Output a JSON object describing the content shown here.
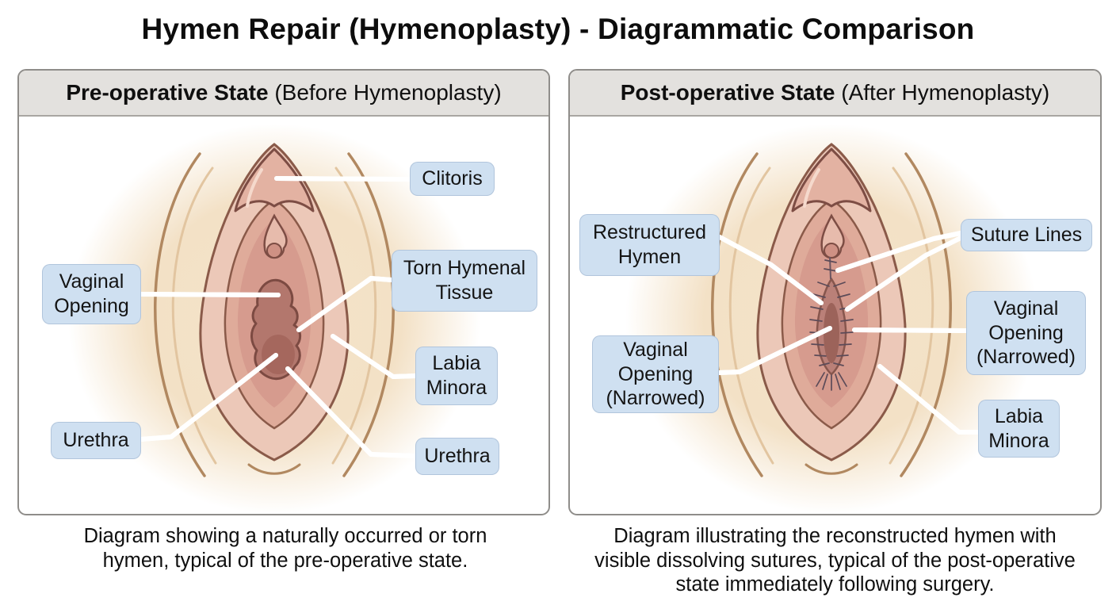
{
  "title": "Hymen Repair (Hymenoplasty) - Diagrammatic Comparison",
  "panels": {
    "pre": {
      "header_bold": "Pre-operative State",
      "header_rest": " (Before Hymenoplasty)"
    },
    "post": {
      "header_bold": "Post-operative State",
      "header_rest": " (After Hymenoplasty)"
    }
  },
  "labels": {
    "pre": {
      "clitoris": "Clitoris",
      "vaginal_opening": "Vaginal\nOpening",
      "torn_hymenal_tissue": "Torn Hymenal\nTissue",
      "labia_minora": "Labia\nMinora",
      "urethra_left": "Urethra",
      "urethra_right": "Urethra"
    },
    "post": {
      "restructured_hymen": "Restructured\nHymen",
      "suture_lines": "Suture Lines",
      "vaginal_opening_narrowed_left": "Vaginal\nOpening\n(Narrowed)",
      "vaginal_opening_narrowed_right": "Vaginal\nOpening\n(Narrowed)",
      "labia_minora": "Labia\nMinora"
    }
  },
  "captions": {
    "pre": [
      "Diagram showing a naturally occurred or torn",
      "hymen, typical of the pre-operative state."
    ],
    "post": [
      "Diagram illustrating the reconstructed hymen with",
      "visible dissolving sutures, typical of the post-operative",
      "state immediately following surgery."
    ]
  },
  "colors": {
    "label_background": "#cfe0f1",
    "panel_header_background": "#e3e1de",
    "panel_border": "#8f8d8a",
    "leader_line": "#1c1c1c",
    "skin_outer": "#f4e3c9",
    "labia_pink": "#ecc8b8",
    "vestibule_pink": "#d69b8e",
    "opening_dark": "#b3776d",
    "suture_thread": "#5c4b58",
    "text": "#111111"
  }
}
